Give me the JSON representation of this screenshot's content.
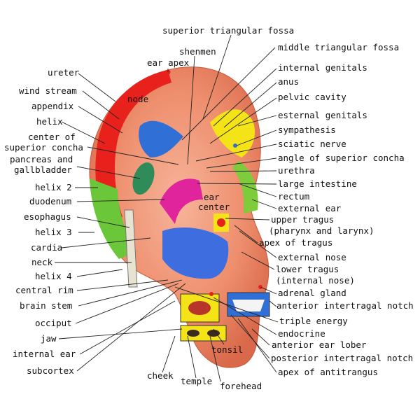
{
  "labels_left": [
    "ureter",
    "wind stream",
    "appendix",
    "helix",
    "center of",
    "superior concha",
    "pancreas and",
    "gallbladder",
    "helix 2",
    "duodenum",
    "esophagus",
    "helix 3",
    "cardia",
    "neck",
    "helix 4",
    "central rim",
    "brain stem",
    "occiput",
    "jaw",
    "internal ear",
    "subcortex"
  ],
  "labels_right": [
    "middle triangular fossa",
    "internal genitals",
    "anus",
    "pelvic cavity",
    "esternal genitals",
    "sympathesis",
    "sciatic nerve",
    "angle of superior concha",
    "urethra",
    "large intestine",
    "rectum",
    "external ear",
    "upper tragus",
    "(pharynx and larynx)",
    "apex of tragus",
    "external nose",
    "lower tragus",
    "(internal nose)",
    "adrenal gland",
    "anterior intertragal notch",
    "triple energy",
    "endocrine",
    "anterior ear lober",
    "posterior intertragal notch",
    "apex of antitrangus"
  ],
  "labels_top": [
    "superior triangular fossa",
    "shenmen",
    "ear apex"
  ],
  "labels_bottom": [
    "cheek",
    "temple",
    "forehead",
    "tonsil"
  ],
  "labels_inner": [
    "node",
    "ear",
    "center"
  ]
}
